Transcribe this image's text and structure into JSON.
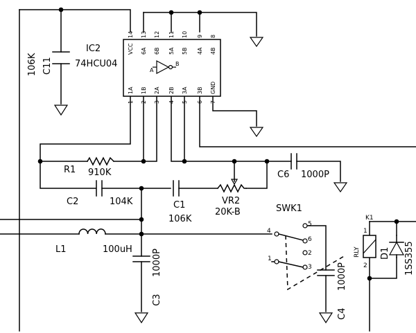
{
  "ic2": {
    "ref": "IC2",
    "part": "74HCU04",
    "top_pins": [
      {
        "num": "14",
        "name": "VCC"
      },
      {
        "num": "13",
        "name": "6A"
      },
      {
        "num": "12",
        "name": "6B"
      },
      {
        "num": "11",
        "name": "5A"
      },
      {
        "num": "10",
        "name": "5B"
      },
      {
        "num": "9",
        "name": "4A"
      },
      {
        "num": "8",
        "name": "4B"
      }
    ],
    "bottom_pins": [
      {
        "num": "1",
        "name": "1A"
      },
      {
        "num": "2",
        "name": "1B"
      },
      {
        "num": "3",
        "name": "2A"
      },
      {
        "num": "4",
        "name": "2B"
      },
      {
        "num": "5",
        "name": "3A"
      },
      {
        "num": "6",
        "name": "3B"
      },
      {
        "num": "7",
        "name": "GND"
      }
    ],
    "gate_in": "A",
    "gate_out": "B"
  },
  "c11": {
    "ref": "C11",
    "value": "106K"
  },
  "r1": {
    "ref": "R1",
    "value": "910K"
  },
  "c6": {
    "ref": "C6",
    "value": "1000P"
  },
  "c2": {
    "ref": "C2",
    "value": "104K"
  },
  "c1": {
    "ref": "C1",
    "value": "106K"
  },
  "vr2": {
    "ref": "VR2",
    "value": "20K-B"
  },
  "l1": {
    "ref": "L1",
    "value": "100uH"
  },
  "c3": {
    "ref": "C3",
    "value": "1000P"
  },
  "c4": {
    "ref": "C4",
    "value": "1000P"
  },
  "swk1": {
    "ref": "SWK1",
    "pins": [
      "1",
      "2",
      "3",
      "4",
      "5",
      "6"
    ]
  },
  "k1": {
    "ref": "K1",
    "type": "RLY",
    "pin1": "1",
    "pin2": "2"
  },
  "d1": {
    "ref": "D1",
    "value": "1SS355"
  }
}
